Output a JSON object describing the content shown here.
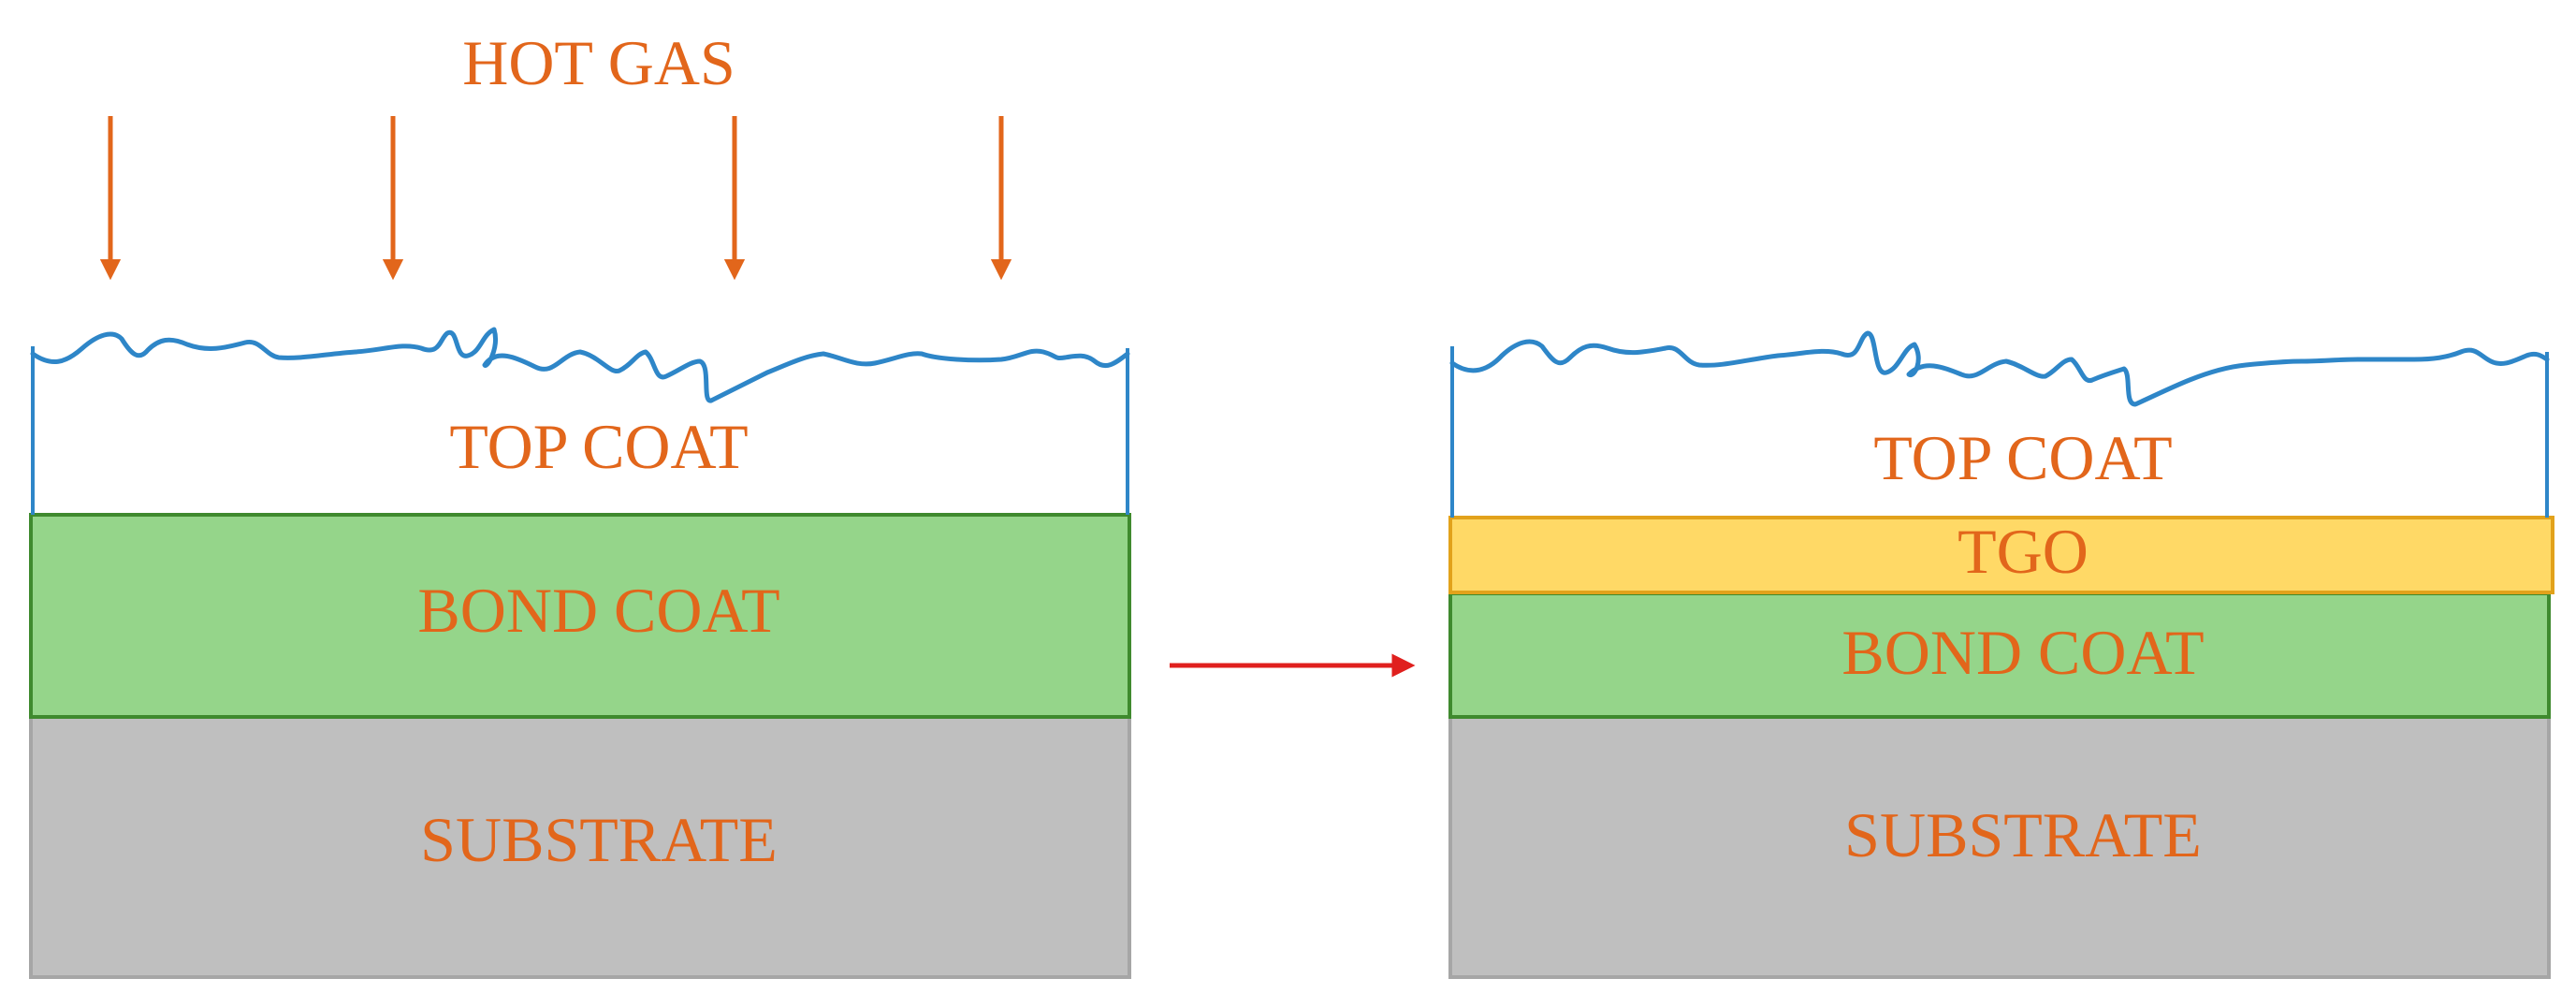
{
  "colors": {
    "label": "#E2661B",
    "gas_arrow": "#E2661B",
    "top_coat_outline": "#2E86C8",
    "bond_coat_fill": "#95D58A",
    "bond_coat_outline": "#3F8A2E",
    "substrate_fill": "#BFBFBF",
    "substrate_outline": "#A6A6A6",
    "tgo_fill": "#FFD966",
    "tgo_outline": "#E2A21B",
    "transition_arrow": "#E0201E"
  },
  "before": {
    "hot_gas_label": "HOT GAS",
    "top_coat_label": "TOP COAT",
    "bond_coat_label": "BOND COAT",
    "substrate_label": "SUBSTRATE"
  },
  "after": {
    "top_coat_label": "TOP COAT",
    "tgo_label": "TGO",
    "bond_coat_label": "BOND COAT",
    "substrate_label": "SUBSTRATE"
  }
}
